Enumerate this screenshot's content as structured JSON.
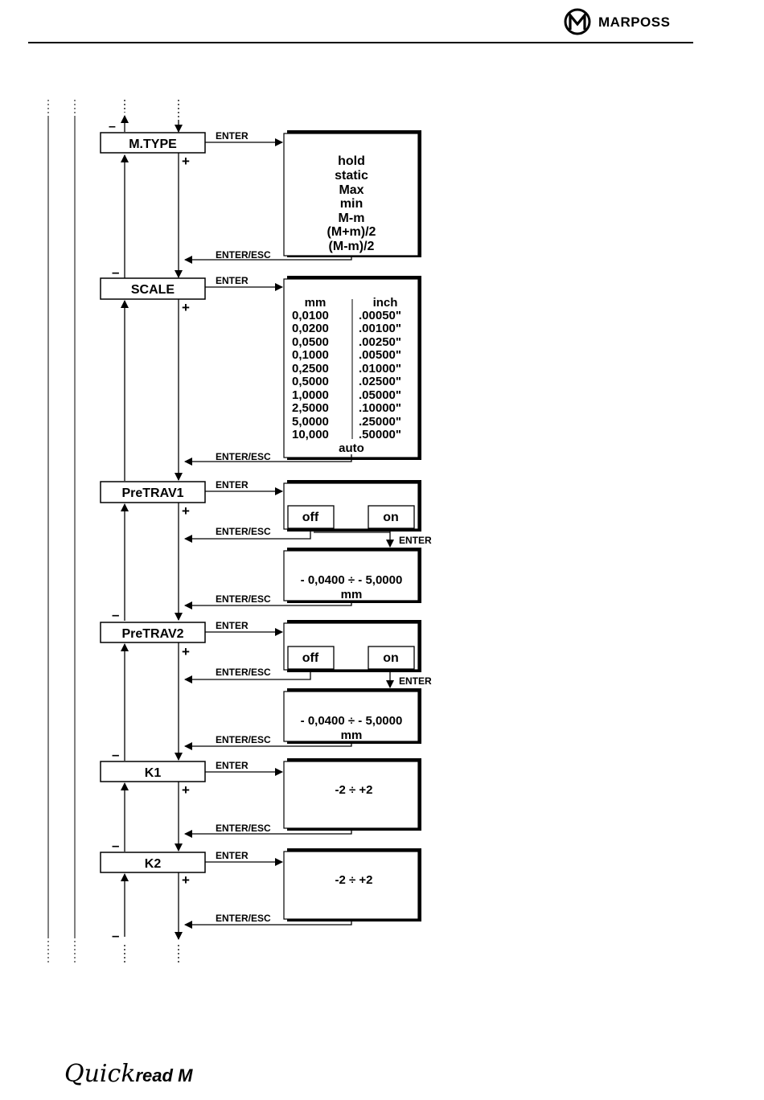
{
  "header": {
    "brand": "MARPOSS"
  },
  "menus": [
    {
      "label": "M.TYPE",
      "enter_label": "ENTER",
      "return_label": "ENTER/ESC",
      "options": [
        "hold",
        "static",
        "Max",
        "min",
        "M-m",
        "(M+m)/2",
        "(M-m)/2"
      ]
    },
    {
      "label": "SCALE",
      "enter_label": "ENTER",
      "return_label": "ENTER/ESC",
      "col_mm": "mm",
      "col_inch": "inch",
      "mm_values": [
        "0,0100",
        "0,0200",
        "0,0500",
        "0,1000",
        "0,2500",
        "0,5000",
        "1,0000",
        "2,5000",
        "5,0000",
        "10,000"
      ],
      "inch_values": [
        ".00050\"",
        ".00100\"",
        ".00250\"",
        ".00500\"",
        ".01000\"",
        ".02500\"",
        ".05000\"",
        ".10000\"",
        ".25000\"",
        ".50000\""
      ],
      "auto": "auto"
    },
    {
      "label": "PreTRAV1",
      "enter_label": "ENTER",
      "return_label": "ENTER/ESC",
      "return_label_2": "ENTER/ESC",
      "off": "off",
      "on": "on",
      "on_enter": "ENTER",
      "range": "- 0,0400 ÷ - 5,0000",
      "unit": "mm"
    },
    {
      "label": "PreTRAV2",
      "enter_label": "ENTER",
      "return_label": "ENTER/ESC",
      "return_label_2": "ENTER/ESC",
      "off": "off",
      "on": "on",
      "on_enter": "ENTER",
      "range": "- 0,0400 ÷ - 5,0000",
      "unit": "mm"
    },
    {
      "label": "K1",
      "enter_label": "ENTER",
      "return_label": "ENTER/ESC",
      "range": "-2 ÷ +2"
    },
    {
      "label": "K2",
      "enter_label": "ENTER",
      "return_label": "ENTER/ESC",
      "range": "-2 ÷ +2"
    }
  ],
  "nav": {
    "minus": "–",
    "plus": "+"
  },
  "footer": {
    "quick": "Quick",
    "rest": "read M"
  }
}
